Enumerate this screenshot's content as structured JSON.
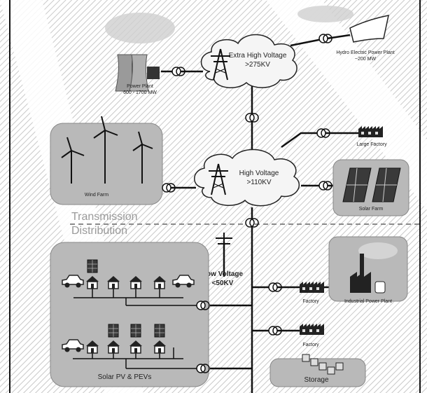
{
  "labels": {
    "power_plant_name": "Power Plant",
    "power_plant_capacity": "600 - 1700 MW",
    "extra_high_voltage_title": "Extra High Voltage",
    "extra_high_voltage_value": ">275KV",
    "hydro_plant_name": "Hydro Electric Power Plant",
    "hydro_plant_capacity": "~200 MW",
    "large_factory": "Large Factory",
    "high_voltage_title": "High Voltage",
    "high_voltage_value": ">110KV",
    "wind_farm": "Wind Farm",
    "solar_farm": "Solar Farm",
    "transmission": "Transmission",
    "distribution": "Distribution",
    "low_voltage_title": "Low Voltage",
    "low_voltage_value": "<50KV",
    "factory_upper": "Factory",
    "industrial_power_plant": "Industrial Power Plant",
    "factory_lower": "Factory",
    "solar_pv_pevs": "Solar PV & PEVs",
    "storage": "Storage"
  },
  "colors": {
    "panel_fill": "#b9b9b9",
    "cloud_fill": "#f5f5f5",
    "line": "#111111",
    "divider": "#8a8a8a",
    "hatch": "#c9c9c9"
  },
  "icons": [
    "transmission-tower-icon",
    "transformer-icon",
    "wind-turbine-icon",
    "solar-panel-icon",
    "house-icon",
    "car-icon",
    "factory-icon",
    "power-plant-icon",
    "dam-icon",
    "battery-icon"
  ]
}
